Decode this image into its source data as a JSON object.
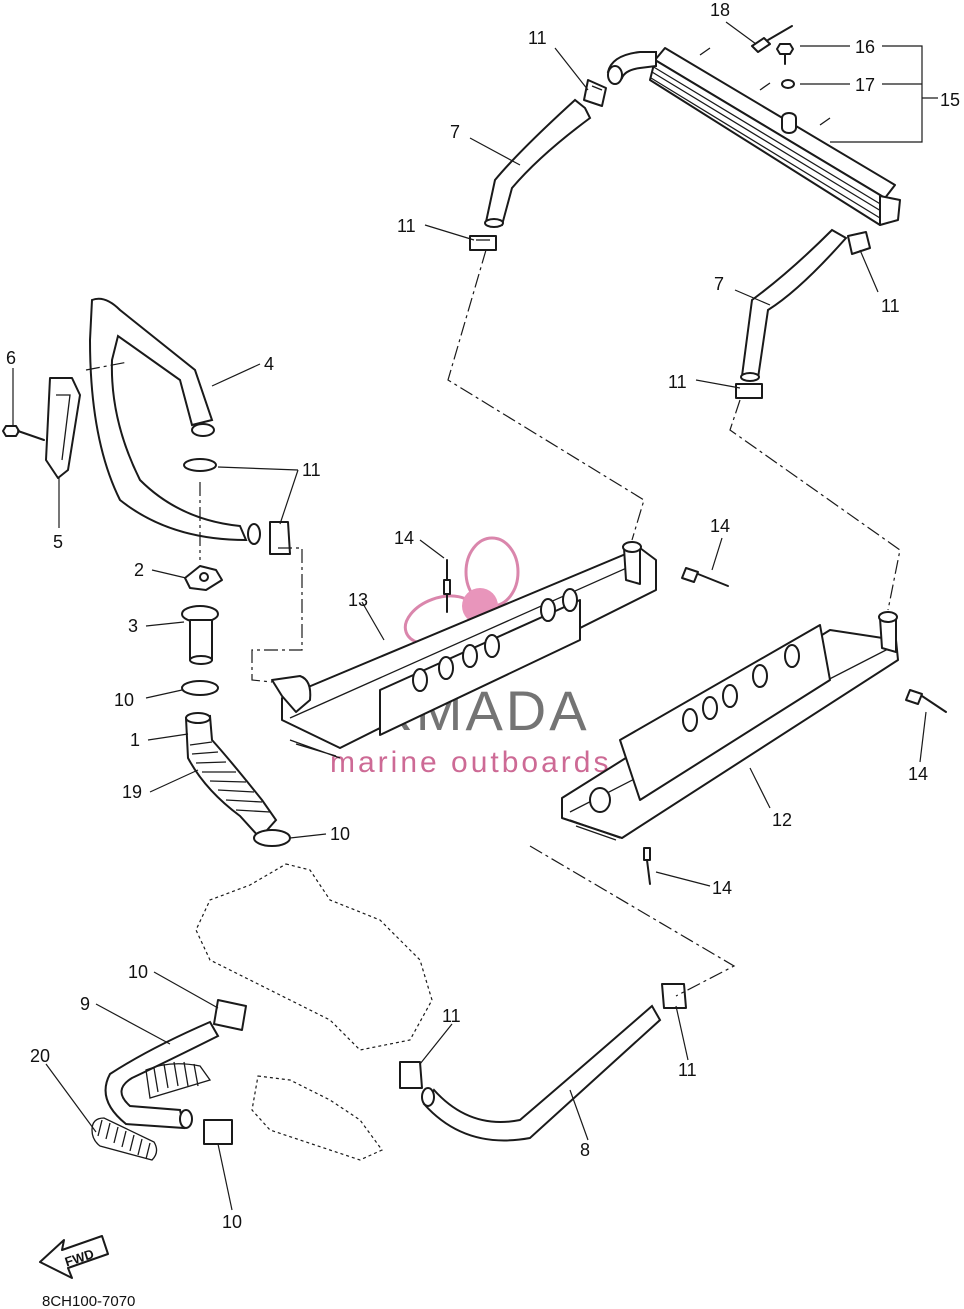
{
  "callouts": [
    {
      "id": "c18",
      "text": "18"
    },
    {
      "id": "c16",
      "text": "16"
    },
    {
      "id": "c17",
      "text": "17"
    },
    {
      "id": "c15",
      "text": "15"
    },
    {
      "id": "c11a",
      "text": "11"
    },
    {
      "id": "c7a",
      "text": "7"
    },
    {
      "id": "c11b",
      "text": "11"
    },
    {
      "id": "c7b",
      "text": "7"
    },
    {
      "id": "c11c",
      "text": "11"
    },
    {
      "id": "c11d",
      "text": "11"
    },
    {
      "id": "c6",
      "text": "6"
    },
    {
      "id": "c4",
      "text": "4"
    },
    {
      "id": "c5",
      "text": "5"
    },
    {
      "id": "c11e",
      "text": "11"
    },
    {
      "id": "c2",
      "text": "2"
    },
    {
      "id": "c3",
      "text": "3"
    },
    {
      "id": "c10a",
      "text": "10"
    },
    {
      "id": "c1",
      "text": "1"
    },
    {
      "id": "c19",
      "text": "19"
    },
    {
      "id": "c10b",
      "text": "10"
    },
    {
      "id": "c14a",
      "text": "14"
    },
    {
      "id": "c14b",
      "text": "14"
    },
    {
      "id": "c13",
      "text": "13"
    },
    {
      "id": "c14c",
      "text": "14"
    },
    {
      "id": "c12",
      "text": "12"
    },
    {
      "id": "c14d",
      "text": "14"
    },
    {
      "id": "c10c",
      "text": "10"
    },
    {
      "id": "c9",
      "text": "9"
    },
    {
      "id": "c20",
      "text": "20"
    },
    {
      "id": "c11f",
      "text": "11"
    },
    {
      "id": "c11g",
      "text": "11"
    },
    {
      "id": "c8",
      "text": "8"
    },
    {
      "id": "c10d",
      "text": "10"
    }
  ],
  "fwd_label": "FWD",
  "diagram_code": "8CH100-7070",
  "watermark": {
    "title": "ARMADA",
    "subtitle": "marine outboards"
  }
}
